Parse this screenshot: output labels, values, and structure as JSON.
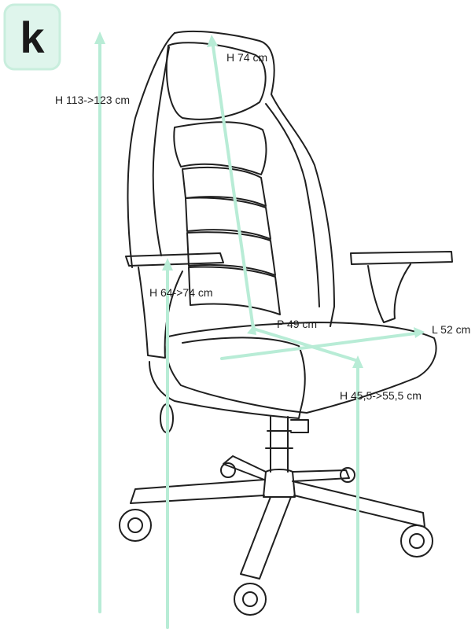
{
  "brand": {
    "logo_text": "k",
    "logo_icon": "brand-logo-icon",
    "accent_color": "#c8eedd",
    "logo_bg": "#dff5ec",
    "logo_stroke": "#1a1a1a"
  },
  "colors": {
    "outline": "#1f1f1f",
    "dimension_line": "#b8ecd6",
    "label_text": "#1f1f1f"
  },
  "dimensions": [
    {
      "id": "total-height",
      "label": "H 113->123 cm"
    },
    {
      "id": "backrest-height",
      "label": "H 74 cm"
    },
    {
      "id": "armrest-height",
      "label": "H 64->74 cm"
    },
    {
      "id": "seat-depth",
      "label": "P 49 cm"
    },
    {
      "id": "seat-width",
      "label": "L 52 cm"
    },
    {
      "id": "seat-height",
      "label": "H 45,5->55,5 cm"
    }
  ]
}
